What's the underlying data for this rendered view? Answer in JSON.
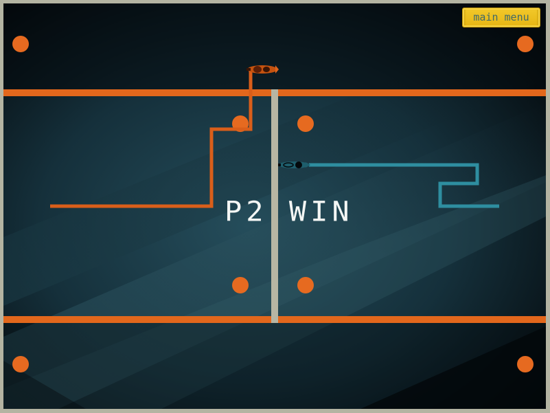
{
  "game": {
    "result_text": "P2 WIN",
    "menu_button_label": "main menu"
  },
  "colors": {
    "frame": "#b4b4a2",
    "wall_orange": "#e2671c",
    "center_divider": "#b7b6a3",
    "player1_trail": "#d95e1a",
    "player2_trail": "#2e8ea0",
    "orb": "#e66a20",
    "button_yellow": "#efc122",
    "button_text": "#3f6a6a",
    "win_text": "#f4f6f4"
  },
  "players": [
    {
      "id": "P1",
      "color": "player1_trail",
      "state": "crashed"
    },
    {
      "id": "P2",
      "color": "player2_trail",
      "state": "winner"
    }
  ]
}
